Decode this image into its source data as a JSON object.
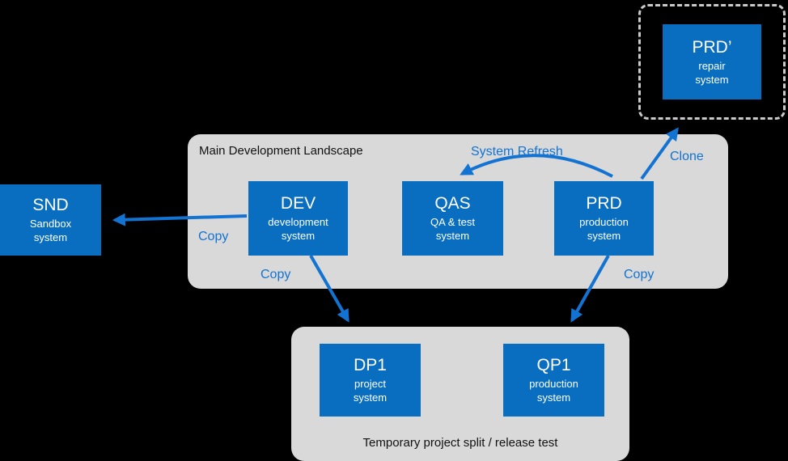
{
  "colors": {
    "background": "#000000",
    "system_blue": "#0a6ec0",
    "arrow_blue": "#1273d2",
    "container_gray": "#d9d9d9",
    "dashed_border": "#c9c9c9"
  },
  "containers": {
    "main_landscape": {
      "label": "Main Development Landscape"
    },
    "temp_split": {
      "label": "Temporary project split / release test"
    }
  },
  "systems": {
    "snd": {
      "title": "SND",
      "subtitle": "Sandbox\nsystem"
    },
    "dev": {
      "title": "DEV",
      "subtitle": "development\nsystem"
    },
    "qas": {
      "title": "QAS",
      "subtitle": "QA & test\nsystem"
    },
    "prd": {
      "title": "PRD",
      "subtitle": "production\nsystem"
    },
    "prd_repair": {
      "title": "PRD’",
      "subtitle": "repair\nsystem"
    },
    "dp1": {
      "title": "DP1",
      "subtitle": "project\nsystem"
    },
    "qp1": {
      "title": "QP1",
      "subtitle": "production\nsystem"
    }
  },
  "arrow_labels": {
    "copy_snd": "Copy",
    "copy_dp1": "Copy",
    "copy_qp1": "Copy",
    "system_refresh": "System Refresh",
    "clone": "Clone"
  }
}
